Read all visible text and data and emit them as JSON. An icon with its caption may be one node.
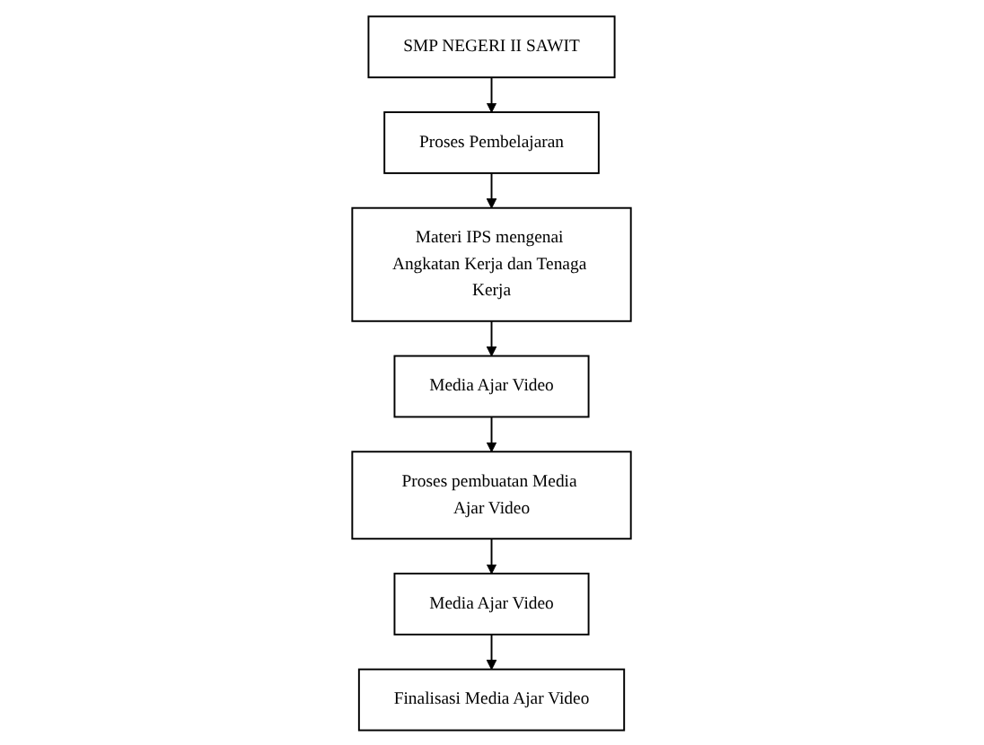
{
  "diagram": {
    "nodes": [
      {
        "text": [
          "SMP NEGERI II SAWIT"
        ]
      },
      {
        "text": [
          "Proses Pembelajaran"
        ]
      },
      {
        "text": [
          "Materi IPS mengenai Angkatan Kerja dan Tenaga Kerja"
        ]
      },
      {
        "text": [
          "Media Ajar Video"
        ]
      },
      {
        "text": [
          "Proses pembuatan Media Ajar Video"
        ]
      },
      {
        "text": [
          "Media Ajar Video"
        ]
      },
      {
        "text": [
          "Finalisasi Media Ajar Video"
        ]
      }
    ],
    "edges": [
      {
        "from": 0,
        "to": 1,
        "arrow": "to"
      },
      {
        "from": 1,
        "to": 2,
        "arrow": "to"
      },
      {
        "from": 2,
        "to": 3,
        "arrow": "to"
      },
      {
        "from": 3,
        "to": 4,
        "arrow": "to"
      },
      {
        "from": 4,
        "to": 5,
        "arrow": "to"
      },
      {
        "from": 5,
        "to": 6,
        "arrow": "to"
      }
    ]
  }
}
